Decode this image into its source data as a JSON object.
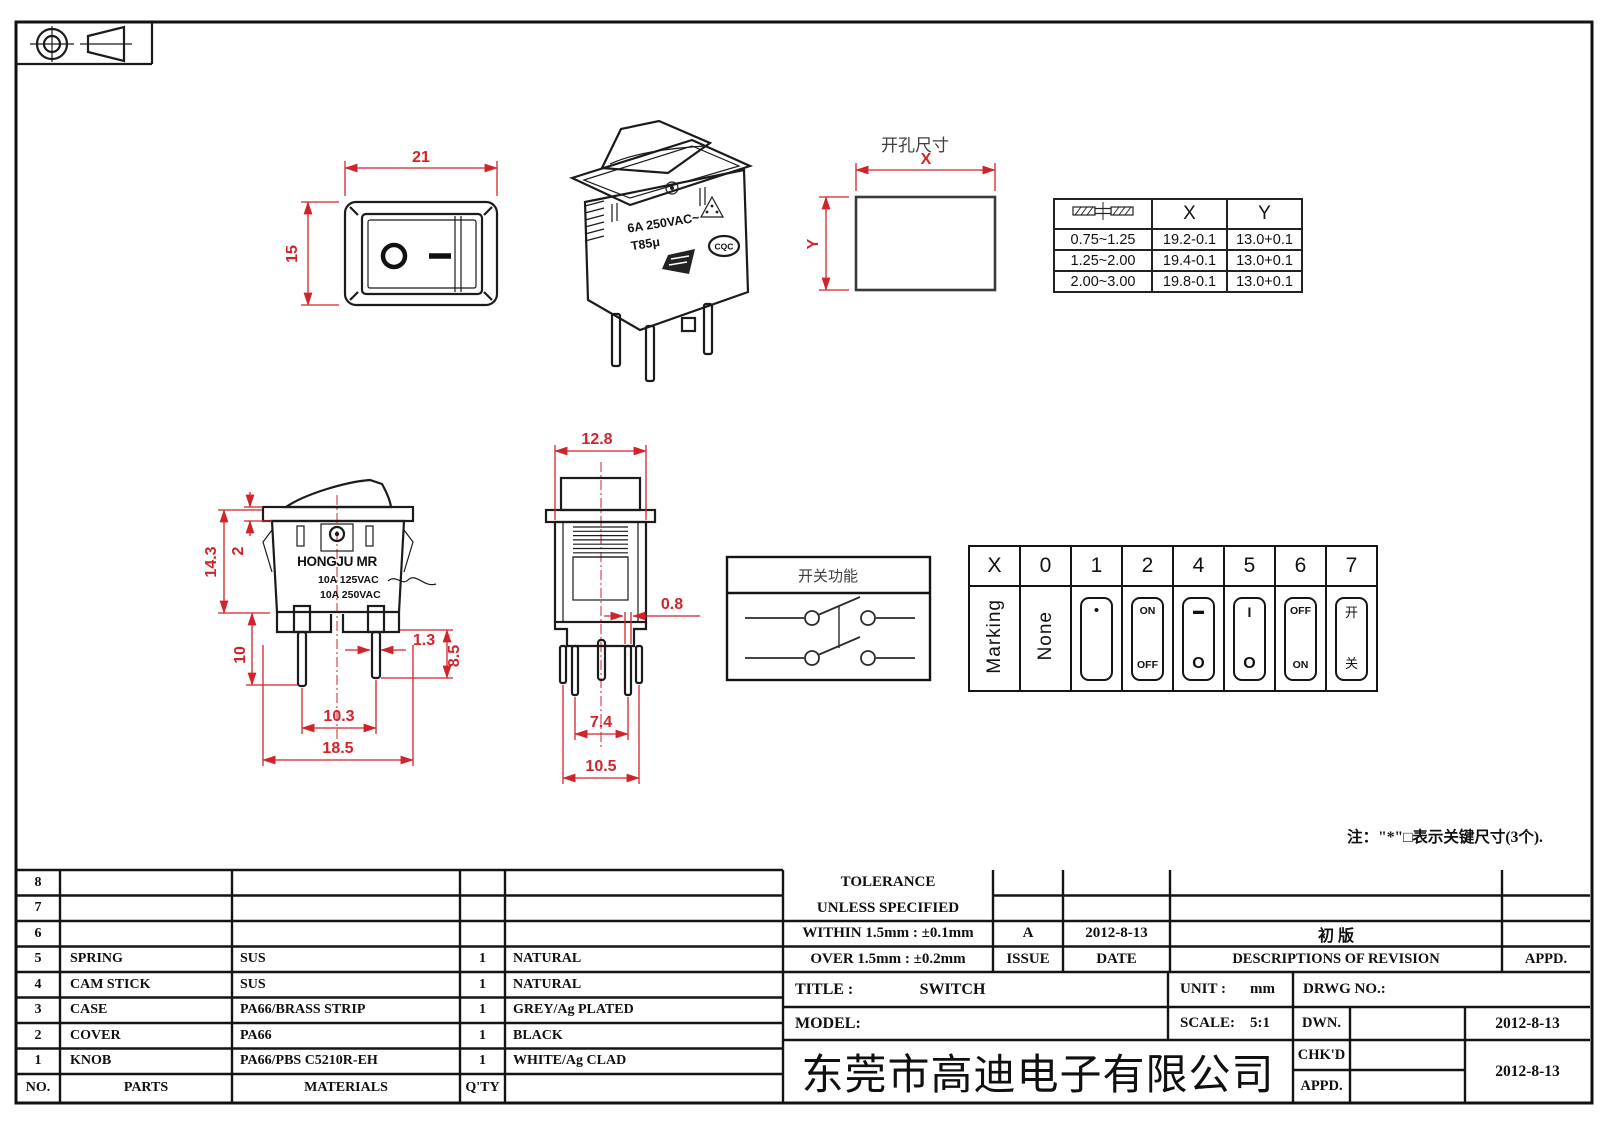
{
  "colors": {
    "dimension_red": "#d2232a",
    "line_black": "#1b1b1b",
    "gray_text": "#3f3f3f"
  },
  "dims": {
    "front_width": "21",
    "front_height": "15",
    "elev_total_height": "14.3",
    "elev_top": "2",
    "elev_pin_len": "10",
    "elev_pin_w": "1.3",
    "elev_side": "8.5",
    "elev_pitch": "10.3",
    "elev_width": "18.5",
    "end_width": "12.8",
    "end_pin_t": "0.8",
    "end_pitch_inner": "7.4",
    "end_pitch_outer": "10.5",
    "cutout_x": "X",
    "cutout_y": "Y"
  },
  "iso_view": {
    "rating_line1": "6A 250VAC~",
    "rating_line2": "T85μ",
    "cqc": "CQC"
  },
  "elev_view": {
    "brand": "HONGJU MR",
    "rating1": "10A 125VAC",
    "rating2": "10A 250VAC"
  },
  "cutout": {
    "title": "开孔尺寸"
  },
  "cutout_table": {
    "col_x": "X",
    "col_y": "Y",
    "rows": [
      [
        "0.75~1.25",
        "19.2-0.1",
        "13.0+0.1"
      ],
      [
        "1.25~2.00",
        "19.4-0.1",
        "13.0+0.1"
      ],
      [
        "2.00~3.00",
        "19.8-0.1",
        "13.0+0.1"
      ]
    ]
  },
  "function_box": {
    "title": "开关功能"
  },
  "marking_table": {
    "headers": [
      "X",
      "0",
      "1",
      "2",
      "4",
      "5",
      "6",
      "7"
    ],
    "marking_label": "Marking",
    "none_label": "None",
    "c1_top": "•",
    "c2_top": "ON",
    "c2_bottom": "OFF",
    "c4_top": "▬",
    "c4_bottom": "O",
    "c5_top": "I",
    "c5_bottom": "O",
    "c6_top": "OFF",
    "c6_bottom": "ON",
    "c7_top": "开",
    "c7_bottom": "关"
  },
  "note": "注：\"*\"□表示关键尺寸(3个).",
  "parts_table": {
    "header": {
      "no": "NO.",
      "parts": "PARTS",
      "materials": "MATERIALS",
      "qty": "Q'TY"
    },
    "rows": [
      {
        "no": "8",
        "part": "",
        "material": "",
        "qty": "",
        "finish": ""
      },
      {
        "no": "7",
        "part": "",
        "material": "",
        "qty": "",
        "finish": ""
      },
      {
        "no": "6",
        "part": "",
        "material": "",
        "qty": "",
        "finish": ""
      },
      {
        "no": "5",
        "part": "SPRING",
        "material": "SUS",
        "qty": "1",
        "finish": "NATURAL"
      },
      {
        "no": "4",
        "part": "CAM STICK",
        "material": "SUS",
        "qty": "1",
        "finish": "NATURAL"
      },
      {
        "no": "3",
        "part": "CASE",
        "material": "PA66/BRASS STRIP",
        "qty": "1",
        "finish": "GREY/Ag PLATED"
      },
      {
        "no": "2",
        "part": "COVER",
        "material": "PA66",
        "qty": "1",
        "finish": "BLACK"
      },
      {
        "no": "1",
        "part": "KNOB",
        "material": "PA66/PBS C5210R-EH",
        "qty": "1",
        "finish": "WHITE/Ag CLAD"
      }
    ]
  },
  "tolerance": {
    "line1": "TOLERANCE",
    "line2": "UNLESS  SPECIFIED",
    "within": "WITHIN 1.5mm : ±0.1mm",
    "over": "OVER 1.5mm : ±0.2mm"
  },
  "revision": {
    "issue_value": "A",
    "issue_label": "ISSUE",
    "date_value": "2012-8-13",
    "date_label": "DATE",
    "description_value": "初 版",
    "description_label": "DESCRIPTIONS OF REVISION",
    "appd_label": "APPD."
  },
  "title_block": {
    "title_label": "TITLE :",
    "title_value": "SWITCH",
    "model_label": "MODEL:",
    "unit_label": "UNIT :",
    "unit_value": "mm",
    "scale_label": "SCALE:",
    "scale_value": "5:1",
    "drwg_label": "DRWG NO.:",
    "dwn_label": "DWN.",
    "chkd_label": "CHK'D",
    "appd_label": "APPD.",
    "dwn_date": "2012-8-13",
    "chkd_date": "2012-8-13",
    "company": "东莞市高迪电子有限公司"
  }
}
